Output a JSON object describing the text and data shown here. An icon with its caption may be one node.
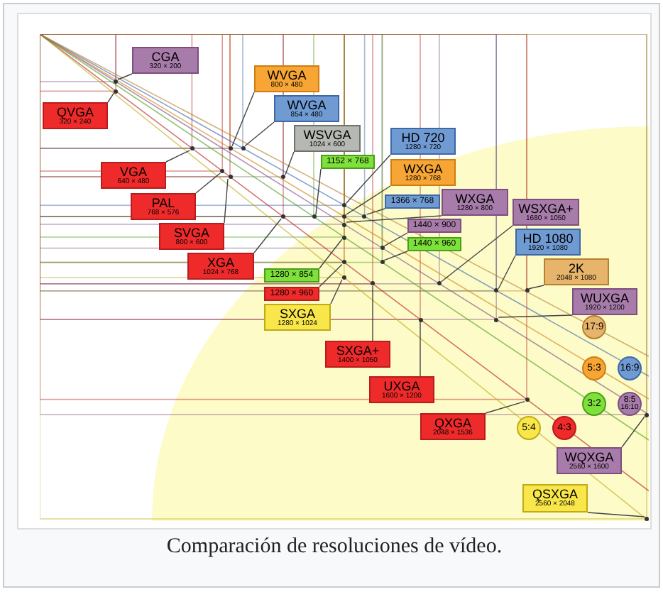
{
  "diagram": {
    "caption": "Comparación de resoluciones de vídeo.",
    "nodes": [
      {
        "text": [
          "CGA",
          "320 × 200"
        ]
      },
      {
        "text": [
          "QVGA",
          "320 × 240"
        ]
      },
      {
        "text": [
          "WVGA",
          "800 × 480"
        ]
      },
      {
        "text": [
          "WVGA",
          "854 × 480"
        ]
      },
      {
        "text": [
          "WSVGA",
          "1024 × 600"
        ]
      },
      {
        "text": [
          "1152 × 768"
        ]
      },
      {
        "text": [
          "VGA",
          "640 × 480"
        ]
      },
      {
        "text": [
          "HD 720",
          "1280 × 720"
        ]
      },
      {
        "text": [
          "PAL",
          "768 × 576"
        ]
      },
      {
        "text": [
          "WXGA",
          "1280 × 768"
        ]
      },
      {
        "text": [
          "1366 × 768"
        ]
      },
      {
        "text": [
          "WXGA",
          "1280 × 800"
        ]
      },
      {
        "text": [
          "WSXGA+",
          "1680 × 1050"
        ]
      },
      {
        "text": [
          "SVGA",
          "800 × 600"
        ]
      },
      {
        "text": [
          "1440 × 900"
        ]
      },
      {
        "text": [
          "HD 1080",
          "1920 × 1080"
        ]
      },
      {
        "text": [
          "1440 × 960"
        ]
      },
      {
        "text": [
          "XGA",
          "1024 × 768"
        ]
      },
      {
        "text": [
          "2K",
          "2048 × 1080"
        ]
      },
      {
        "text": [
          "1280 × 854"
        ]
      },
      {
        "text": [
          "WUXGA",
          "1920 × 1200"
        ]
      },
      {
        "text": [
          "1280 × 960"
        ]
      },
      {
        "text": [
          "SXGA",
          "1280 × 1024"
        ]
      },
      {
        "text": [
          "17:9"
        ]
      },
      {
        "text": [
          "SXGA+",
          "1400 × 1050"
        ]
      },
      {
        "text": [
          "UXGA",
          "1600 × 1200"
        ]
      },
      {
        "text": [
          "5:3"
        ]
      },
      {
        "text": [
          "16:9"
        ]
      },
      {
        "text": [
          "3:2"
        ]
      },
      {
        "text": [
          "8:5",
          "16:10"
        ]
      },
      {
        "text": [
          "QXGA",
          "2048 × 1536"
        ]
      },
      {
        "text": [
          "5:4"
        ]
      },
      {
        "text": [
          "4:3"
        ]
      },
      {
        "text": [
          "WQXGA",
          "2560 × 1600"
        ]
      },
      {
        "text": [
          "QSXGA",
          "2560 × 2048"
        ]
      },
      {
        "text": [],
        "shape": "dot"
      },
      {
        "text": [],
        "shape": "dot"
      },
      {
        "text": [],
        "shape": "dot"
      },
      {
        "text": [],
        "shape": "dot"
      },
      {
        "text": [],
        "shape": "dot"
      },
      {
        "text": [],
        "shape": "dot"
      },
      {
        "text": [],
        "shape": "dot"
      },
      {
        "text": [],
        "shape": "dot"
      },
      {
        "text": [],
        "shape": "dot"
      },
      {
        "text": [],
        "shape": "dot"
      },
      {
        "text": [],
        "shape": "dot"
      },
      {
        "text": [],
        "shape": "dot"
      },
      {
        "text": [],
        "shape": "dot"
      },
      {
        "text": [],
        "shape": "dot"
      },
      {
        "text": [],
        "shape": "dot"
      },
      {
        "text": [],
        "shape": "dot"
      },
      {
        "text": [],
        "shape": "dot"
      },
      {
        "text": [],
        "shape": "dot"
      },
      {
        "text": [],
        "shape": "dot"
      },
      {
        "text": [],
        "shape": "dot"
      },
      {
        "text": [],
        "shape": "dot"
      },
      {
        "text": [],
        "shape": "dot"
      },
      {
        "text": [],
        "shape": "dot"
      },
      {
        "text": [],
        "shape": "dot"
      },
      {
        "text": [],
        "shape": "dot"
      },
      {
        "text": [],
        "shape": "dot"
      },
      {
        "text": [],
        "shape": "dot"
      },
      {
        "text": [],
        "shape": "dot"
      }
    ],
    "edges": [
      {
        "from": 0,
        "to": 35,
        "arrow": "none"
      },
      {
        "from": 1,
        "to": 36,
        "arrow": "none"
      },
      {
        "from": 2,
        "to": 38,
        "arrow": "none"
      },
      {
        "from": 3,
        "to": 39,
        "arrow": "none"
      },
      {
        "from": 4,
        "to": 42,
        "arrow": "none"
      },
      {
        "from": 5,
        "to": 45,
        "arrow": "none"
      },
      {
        "from": 6,
        "to": 37,
        "arrow": "none"
      },
      {
        "from": 7,
        "to": 43,
        "arrow": "none"
      },
      {
        "from": 8,
        "to": 40,
        "arrow": "none"
      },
      {
        "from": 9,
        "to": 46,
        "arrow": "none"
      },
      {
        "from": 10,
        "to": 47,
        "arrow": "none"
      },
      {
        "from": 11,
        "to": 48,
        "arrow": "none"
      },
      {
        "from": 12,
        "to": 55,
        "arrow": "none"
      },
      {
        "from": 13,
        "to": 41,
        "arrow": "none"
      },
      {
        "from": 14,
        "to": 50,
        "arrow": "none"
      },
      {
        "from": 15,
        "to": 56,
        "arrow": "none"
      },
      {
        "from": 16,
        "to": 52,
        "arrow": "none"
      },
      {
        "from": 17,
        "to": 44,
        "arrow": "none"
      },
      {
        "from": 18,
        "to": 57,
        "arrow": "none"
      },
      {
        "from": 19,
        "to": 49,
        "arrow": "none"
      },
      {
        "from": 20,
        "to": 59,
        "arrow": "none"
      },
      {
        "from": 21,
        "to": 51,
        "arrow": "none"
      },
      {
        "from": 22,
        "to": 53,
        "arrow": "none"
      },
      {
        "from": 24,
        "to": 54,
        "arrow": "none"
      },
      {
        "from": 25,
        "to": 58,
        "arrow": "none"
      },
      {
        "from": 30,
        "to": 60,
        "arrow": "none"
      },
      {
        "from": 33,
        "to": 61,
        "arrow": "none"
      },
      {
        "from": 34,
        "to": 62,
        "arrow": "none"
      }
    ]
  }
}
